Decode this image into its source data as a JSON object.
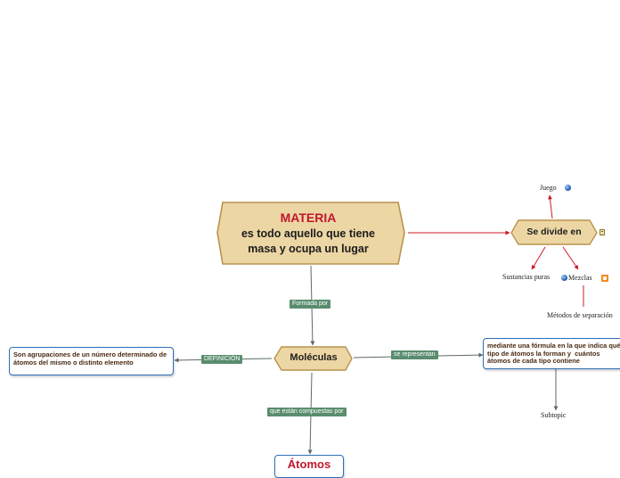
{
  "nodes": {
    "materia_title": "MATERIA",
    "materia_subtitle": "es todo aquello que tiene masa y ocupa un lugar",
    "se_divide_en": "Se divide en",
    "moleculas": "Moléculas",
    "atomos": "Átomos",
    "juego": "Juego",
    "sustancias_puras": "Sustancias puras",
    "mezclas": "Mezclas",
    "metodos_separacion": "Métodos de separación",
    "subtopic": "Subtopic",
    "definicion_text": "Son agrupaciones de un número determinado de átomos del mismo o distinto elemento",
    "formula_text": "mediante una fórmula en la que indica qué tipo de átomos la forman y  cuántos átomos de cada tipo contiene"
  },
  "connectors": {
    "formada_por": "Formada por",
    "definicion": "DEFINICIÓN",
    "se_representan": "se representan",
    "que_estan_compuestas_por": "que están compuestas por"
  },
  "icons": {
    "juego": "globe-icon",
    "mezclas": "globe-icon",
    "se_divide_en": "notes-icon",
    "mezclas_extra": "blog-icon"
  },
  "colors": {
    "hex_fill": "#ecd6a4",
    "hex_border": "#b8944d",
    "title_red": "#c0172d",
    "tag_green": "#5a8d6e",
    "box_border": "#2b6fb8",
    "red_line": "#cc1a2a",
    "dark_line": "#5d6b63"
  }
}
